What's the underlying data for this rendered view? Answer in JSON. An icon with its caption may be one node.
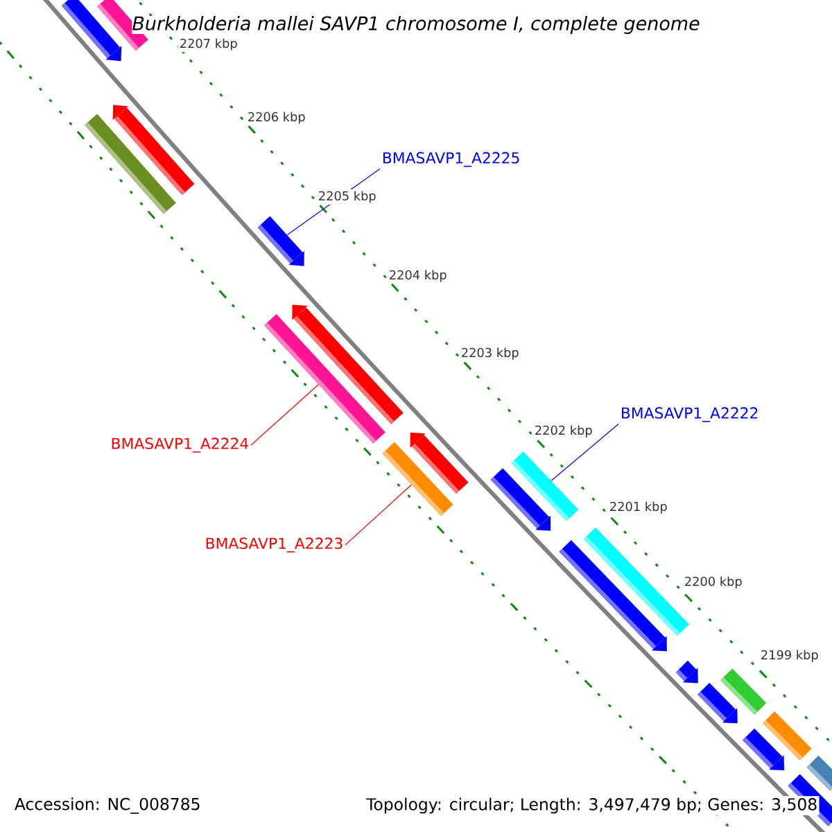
{
  "diagram": {
    "title": "Burkholderia mallei SAVP1 chromosome I, complete genome",
    "nodes": [
      {
        "text": [
          "BMASAVP1_A2225"
        ]
      },
      {
        "text": [],
        "shape": "bar"
      },
      {
        "text": [
          "BMASAVP1_A2224"
        ]
      },
      {
        "text": [],
        "shape": "bar"
      },
      {
        "text": [
          "BMASAVP1_A2223"
        ]
      },
      {
        "text": [],
        "shape": "bar"
      },
      {
        "text": [
          "BMASAVP1_A2222"
        ]
      },
      {
        "text": [],
        "shape": "bar"
      },
      {
        "text": [],
        "shape": "bar"
      },
      {
        "text": [],
        "shape": "bar"
      },
      {
        "text": [],
        "shape": "bar"
      },
      {
        "text": [],
        "shape": "bar"
      },
      {
        "text": [],
        "shape": "bar"
      },
      {
        "text": [],
        "shape": "bar"
      },
      {
        "text": [],
        "shape": "bar"
      },
      {
        "text": [],
        "shape": "bar"
      },
      {
        "text": [],
        "shape": "bar"
      },
      {
        "text": [],
        "shape": "bar"
      },
      {
        "text": [],
        "shape": "bar"
      },
      {
        "text": [],
        "shape": "bar"
      },
      {
        "text": [],
        "shape": "bar"
      },
      {
        "text": [],
        "shape": "bar"
      },
      {
        "text": [],
        "shape": "bar"
      },
      {
        "text": [],
        "shape": "bar"
      }
    ],
    "edges": [
      {
        "from": 0,
        "to": 1,
        "arrow": "none",
        "color": "#0000ff"
      },
      {
        "from": 2,
        "to": 3,
        "arrow": "none",
        "color": "#ff0000"
      },
      {
        "from": 4,
        "to": 5,
        "arrow": "none",
        "color": "#ff0000"
      },
      {
        "from": 6,
        "to": 7,
        "arrow": "none",
        "color": "#0000ff"
      }
    ],
    "labels": [
      "2207 kbp",
      "2206 kbp",
      "2205 kbp",
      "2204 kbp",
      "2203 kbp",
      "2202 kbp",
      "2201 kbp",
      "2200 kbp",
      "2199 kbp",
      "Accession: NC_008785",
      "Topology: circular; Length: 3,497,479 bp; Genes: 3,508"
    ]
  }
}
